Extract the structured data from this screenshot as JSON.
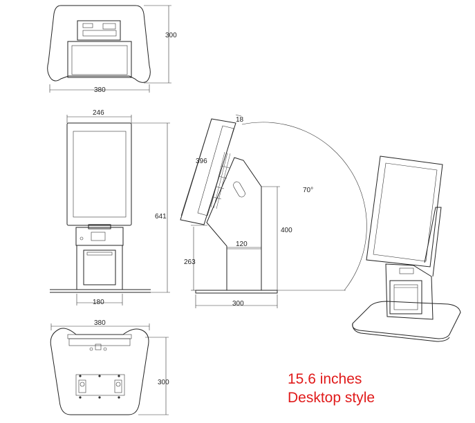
{
  "caption": {
    "line1": "15.6 inches",
    "line2": "Desktop style",
    "color": "#e01a1a"
  },
  "dimensions": {
    "top_view": {
      "height": "300",
      "width": "380"
    },
    "front_view": {
      "screen_width": "246",
      "overall_height": "641",
      "column_width": "180"
    },
    "side_view": {
      "screen_thickness": "18",
      "screen_height": "396",
      "angle": "70°",
      "column_height": "400",
      "column_offset": "120",
      "base_height": "263",
      "base_width": "300"
    },
    "bottom_view": {
      "width": "380",
      "height": "300"
    }
  }
}
